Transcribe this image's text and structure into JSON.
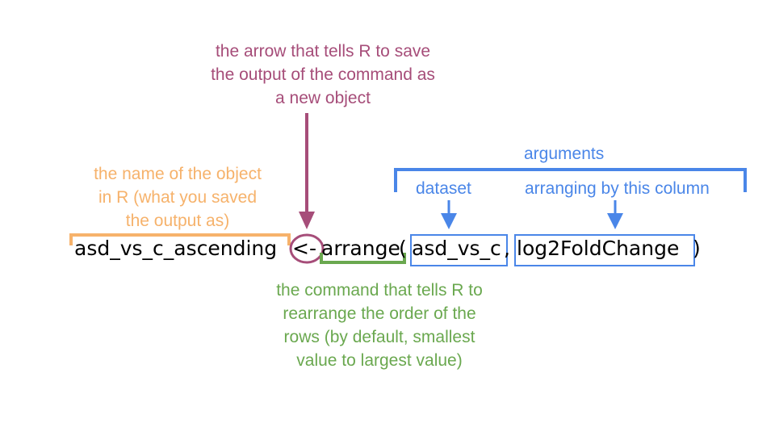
{
  "annotations": {
    "arrow_operator": [
      "the arrow that tells R to save",
      "the output of the command as",
      "a new object"
    ],
    "object_name": [
      "the name of the object",
      "in R (what you saved",
      "the output as)"
    ],
    "command": [
      "the command that tells R to",
      "rearrange the order of the",
      "rows (by default, smallest",
      "value to largest value)"
    ]
  },
  "arguments_label": "arguments",
  "dataset_label": "dataset",
  "column_label": "arranging by this column",
  "code": {
    "object": "asd_vs_c_ascending",
    "operator": "<-",
    "function": "arrange",
    "open_paren": "(",
    "arg1": "asd_vs_c",
    "comma": ",",
    "arg2": "log2FoldChange",
    "close_paren": ")"
  },
  "colors": {
    "arrow": "#a64d79",
    "object": "#f6b26b",
    "command": "#6aa84f",
    "arguments": "#4a86e8"
  }
}
